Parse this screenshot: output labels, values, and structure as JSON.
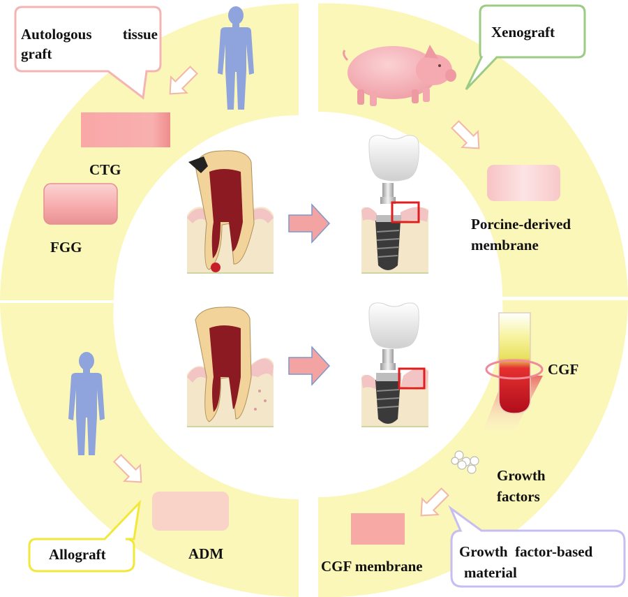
{
  "colors": {
    "ring": "#fbf7b8",
    "human": "#8fa3dd",
    "pig": "#f6b3b9",
    "arrow_fill": "#f4a3a3",
    "arrow_stroke": "#f2b7a7",
    "gum": "#f2c4c4",
    "bone": "#f4e6c8",
    "pulp": "#8b1a22",
    "dentin": "#f2d49a",
    "implant": "#3a3a3a",
    "highlight_box": "#e01e1e",
    "callout_autologous": "#f4b4b4",
    "callout_xenograft": "#9ccb85",
    "callout_allograft": "#f2e83a",
    "callout_growth": "#c7bdf0"
  },
  "quadrants": {
    "top_left": {
      "callout": "Autologous tissue graft",
      "callout_line1": "Autologous tissue",
      "callout_line2": "graft",
      "ctg": "CTG",
      "fgg": "FGG",
      "icons": [
        "human-figure-icon",
        "connective-tissue-graft-icon",
        "free-gingival-graft-icon"
      ]
    },
    "top_right": {
      "callout": "Xenograft",
      "membrane_line1": "Porcine-derived",
      "membrane_line2": "membrane",
      "icons": [
        "pig-icon",
        "porcine-membrane-icon"
      ]
    },
    "bottom_left": {
      "callout": "Allograft",
      "adm": "ADM",
      "icons": [
        "human-figure-icon",
        "acellular-dermal-matrix-icon"
      ]
    },
    "bottom_right": {
      "callout_line1": "Growth  factor-based",
      "callout_line2": "material",
      "cgf": "CGF",
      "growth_line1": "Growth",
      "growth_line2": "factors",
      "cgf_membrane": "CGF membrane",
      "icons": [
        "test-tube-icon",
        "growth-factor-particles-icon",
        "cgf-membrane-icon"
      ]
    }
  },
  "center": {
    "icons": [
      "decayed-tooth-icon",
      "right-arrow-icon",
      "dental-implant-icon",
      "periodontal-tooth-icon",
      "dental-implant-recession-icon"
    ]
  }
}
